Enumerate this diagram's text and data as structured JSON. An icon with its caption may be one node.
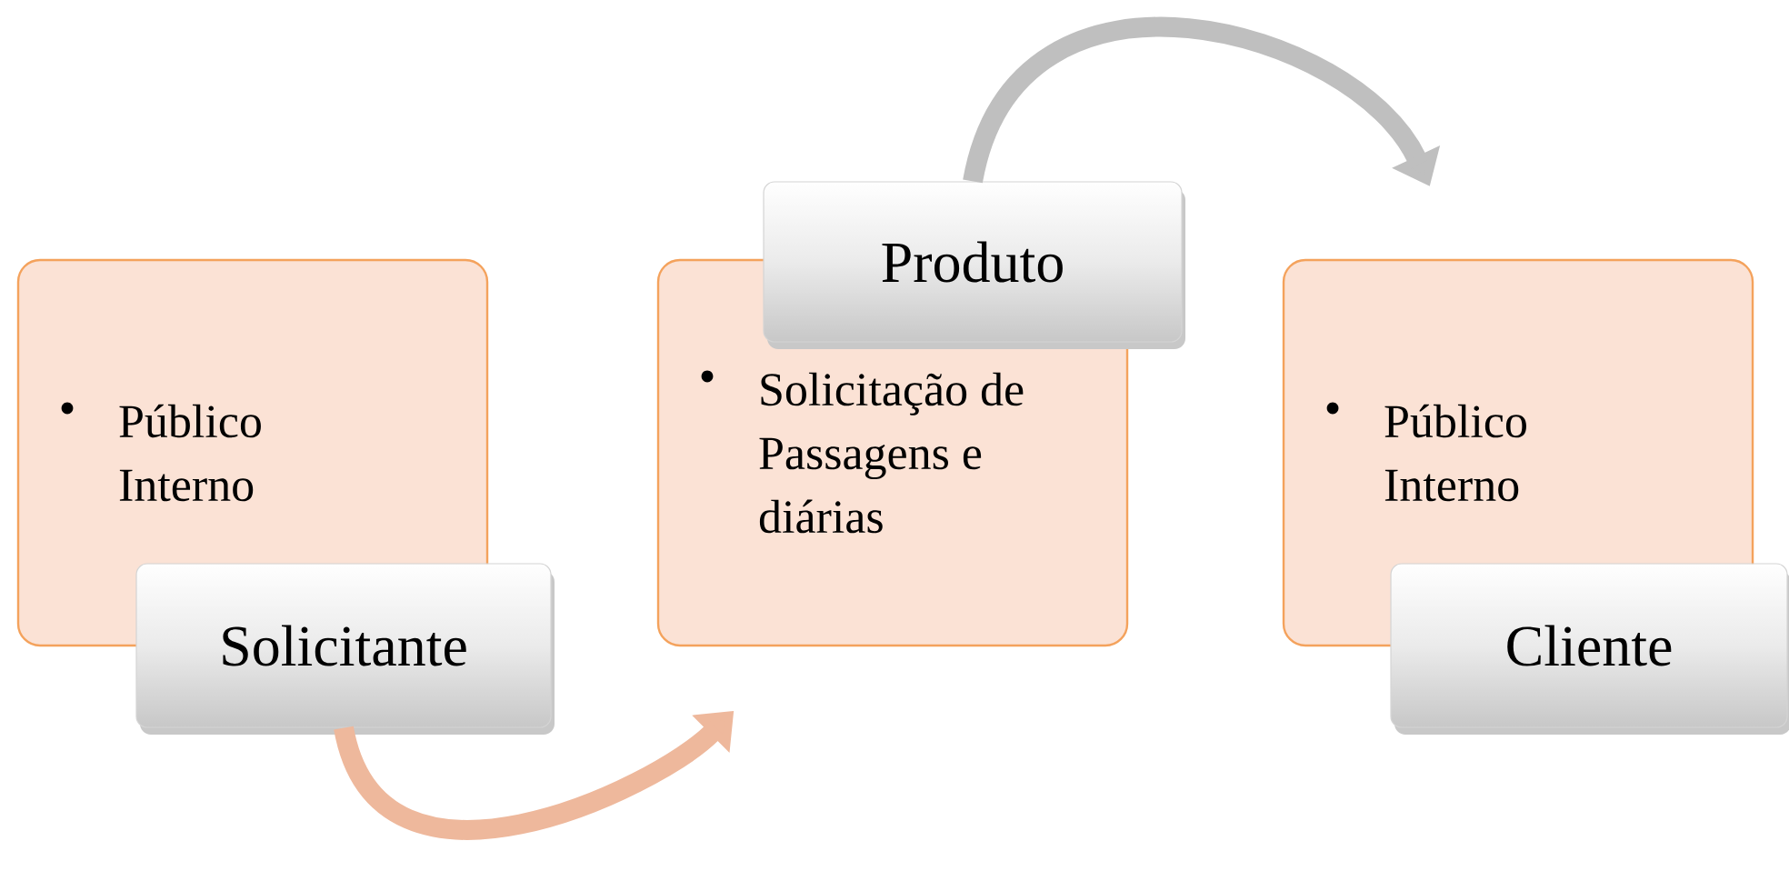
{
  "diagram": {
    "nodes": [
      {
        "text": [
          "Público Interno"
        ]
      },
      {
        "text": [
          "Solicitante"
        ]
      },
      {
        "text": [
          "Solicitação de Passagens e diárias"
        ]
      },
      {
        "text": [
          "Produto"
        ]
      },
      {
        "text": [
          "Público Interno"
        ]
      },
      {
        "text": [
          "Cliente"
        ]
      }
    ],
    "edges": [
      {
        "from": 1,
        "to": 2,
        "arrow": "to",
        "color": "#eeb89c"
      },
      {
        "from": 3,
        "to": 4,
        "arrow": "to",
        "color": "#bfbfbf"
      }
    ]
  }
}
